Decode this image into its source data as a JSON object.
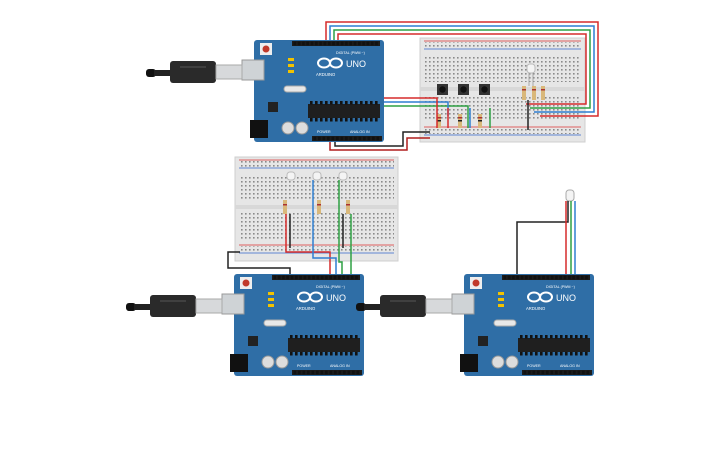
{
  "boards": [
    {
      "logo": "UNO",
      "brand": "ARDUINO",
      "header_digital": "DIGITAL (PWM ~)",
      "header_power": "POWER",
      "header_analog": "ANALOG IN"
    },
    {
      "logo": "UNO",
      "brand": "ARDUINO",
      "header_digital": "DIGITAL (PWM ~)",
      "header_power": "POWER",
      "header_analog": "ANALOG IN"
    },
    {
      "logo": "UNO",
      "brand": "ARDUINO",
      "header_digital": "DIGITAL (PWM ~)",
      "header_power": "POWER",
      "header_analog": "ANALOG IN"
    }
  ],
  "colors": {
    "board": "#2f6ea6",
    "board_dark": "#25588a",
    "breadboard": "#e6e6e6",
    "rail_red": "#d33",
    "rail_blue": "#36c",
    "wire_red": "#d62b2b",
    "wire_green": "#2ea043",
    "wire_blue": "#2f7fd0",
    "wire_black": "#222222",
    "wire_dark_red": "#b11e1e"
  },
  "icons": [
    "usb-cable-icon",
    "reset-button-icon",
    "led-icon",
    "resistor-icon",
    "pushbutton-icon",
    "rgb-led-icon"
  ]
}
